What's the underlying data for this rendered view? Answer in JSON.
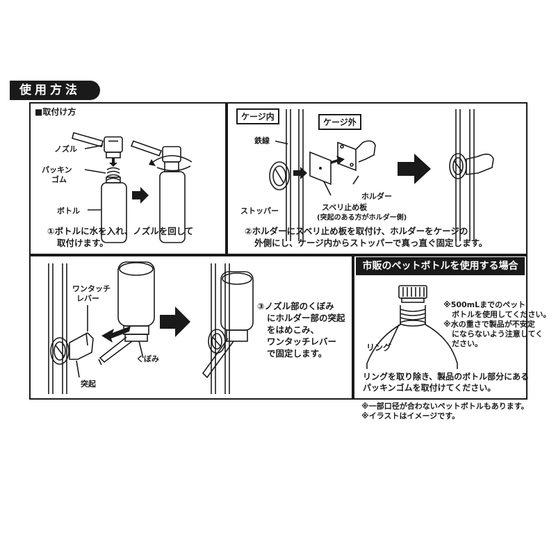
{
  "title": "使用方法",
  "step1": {
    "heading": "■取付け方",
    "labels": {
      "nozzle": "ノズル",
      "packing_1": "パッキン",
      "packing_2": "ゴム",
      "bottle": "ボトル"
    },
    "caption_1": "①ボトルに水を入れ、ノズルを回して",
    "caption_2": "取付けます。"
  },
  "step2": {
    "tag_inside": "ケージ内",
    "tag_outside": "ケージ外",
    "labels": {
      "wire": "鉄線",
      "holder": "ホルダー",
      "stopper": "ストッパー",
      "plate": "スベリ止め板",
      "plate_note": "(突起のある方がホルダー側)"
    },
    "caption_1": "②ホルダーにスベリ止め板を取付け、ホルダーをケージの",
    "caption_2": "外側にし、ケージ内からストッパーで真っ直ぐ固定します。"
  },
  "step3": {
    "labels": {
      "lever_1": "ワンタッチ",
      "lever_2": "レバー",
      "protrusion": "突起",
      "dent": "くぼみ"
    },
    "caption": [
      "③ノズル部のくぼみ",
      "にホルダー部の突起",
      "をはめこみ、",
      "ワンタッチレバー",
      "で固定します。"
    ]
  },
  "pet": {
    "header": "市販のペットボトルを使用する場合",
    "ring_label": "リング",
    "notes": [
      "※500mLまでのペット",
      "ボトルを使用してください。",
      "※水の重さで製品が不安定",
      "にならないよう注意してく",
      "ださい。"
    ],
    "caption_1": "リングを取り除き、製品のボトル部分にある",
    "caption_2": "パッキンゴムを取付けてください。"
  },
  "footnotes": [
    "※一部口径が合わないペットボトルもあります。",
    "※イラストはイメージです。"
  ]
}
